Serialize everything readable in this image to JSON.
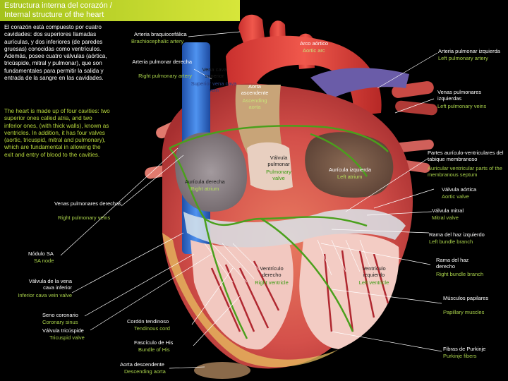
{
  "title": {
    "es": "Estructura interna del corazón /",
    "en": "Internal structure of the heart"
  },
  "intro": {
    "es": "El corazón está compuesto por cuatro cavidades: dos superiores llamadas aurículas, y dos inferiores (de paredes gruesas) conocidas como ventrículos. Además, posee cuatro válvulas (aórtica, tricúspide, mitral y pulmonar), que son fundamentales para permitir la salida y entrada de la sangre en las cavidades.",
    "en": "The heart is made up of four cavities: two superior ones called atria, and two inferior ones, (with thick walls), known as ventricles. In addition, it has four valves (aortic, tricuspid, mitral and pulmonary), which are fundamental in allowing the exit and entry of blood to the cavities."
  },
  "labels": {
    "brachiocephalic": {
      "es": "Arteria braquiocefálica",
      "en": "Brachiocephalic artery"
    },
    "right_pulmonary_artery": {
      "es": "Arteria pulmonar derecha",
      "en": "Right pulmonary artery"
    },
    "superior_vena_cava": {
      "es": "Vena cava superior",
      "en": "Superior vena cava vein"
    },
    "aortic_arch": {
      "es": "Arco aórtico",
      "en": "Aortic arc"
    },
    "ascending_aorta": {
      "es": "Aorta ascendente",
      "en": "Ascending aorta"
    },
    "left_pulmonary_artery": {
      "es": "Arteria pulmonar izquierda",
      "en": "Left pulmonary artery"
    },
    "left_pulmonary_veins": {
      "es": "Venas pulmonares izquierdas",
      "en": "Left pulmonary veins"
    },
    "pulmonary_valve": {
      "es": "Válvula pulmonar",
      "en": "Pulmonary valve"
    },
    "left_atrium": {
      "es": "Aurícula izquierda",
      "en": "Left atrium"
    },
    "right_atrium": {
      "es": "Aurícula derecha",
      "en": "Right atrium"
    },
    "av_septum": {
      "es": "Partes aurículo-ventriculares del tabique membranoso",
      "en": "Auricular ventricular parts of the membranous septum"
    },
    "aortic_valve": {
      "es": "Válvula aórtica",
      "en": "Aortic valve"
    },
    "right_pulmonary_veins": {
      "es": "Venas pulmonares derechas",
      "en": "Right pulmonary veins"
    },
    "mitral_valve": {
      "es": "Válvula mitral",
      "en": "Mitral valve"
    },
    "sa_node": {
      "es": "Nódulo SA",
      "en": "SA node"
    },
    "left_bundle": {
      "es": "Rama del haz izquierdo",
      "en": "Left bundle branch"
    },
    "right_bundle": {
      "es": "Rama del haz derecho",
      "en": "Right bundle branch"
    },
    "ivc_valve": {
      "es": "Válvula de la vena cava inferior",
      "en": "Inferior cava vein valve"
    },
    "right_ventricle": {
      "es": "Ventrículo derecho",
      "en": "Right ventricle"
    },
    "left_ventricle": {
      "es": "Ventrículo izquierdo",
      "en": "Left ventricle"
    },
    "coronary_sinus": {
      "es": "Seno coronario",
      "en": "Coronary sinus"
    },
    "papillary": {
      "es": "Músculos papilares",
      "en": "Papillary muscles"
    },
    "tendinous": {
      "es": "Cordón tendinoso",
      "en": "Tendinous cord"
    },
    "tricuspid": {
      "es": "Válvula tricúspide",
      "en": "Tricuspid valve"
    },
    "bundle_his": {
      "es": "Fascículo de His",
      "en": "Bundle of His"
    },
    "purkinje": {
      "es": "Fibras de Purkinje",
      "en": "Purkinje fibers"
    },
    "descending_aorta": {
      "es": "Aorta descendente",
      "en": "Descending aorta"
    }
  },
  "colors": {
    "accent_green": "#a8d14a",
    "title_green": "#b4d22a",
    "muscle_red": "#c8323a",
    "vein_blue": "#2f6fd0",
    "nerve_green": "#4aa01c"
  }
}
